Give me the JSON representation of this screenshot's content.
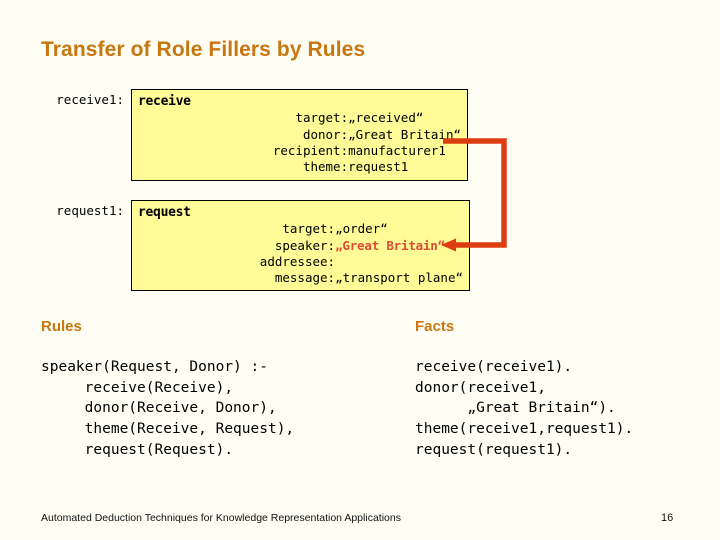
{
  "slide": {
    "title": "Transfer of Role Fillers by Rules",
    "page_number": "16",
    "footer": "Automated Deduction Techniques for Knowledge Representation Applications",
    "colors": {
      "background": "#fffef5",
      "title_orange": "#c8760f",
      "frame_fill": "#fffb96",
      "frame_border": "#000000",
      "arrow_red": "#dd3c11",
      "highlight_red": "#dd4b35"
    }
  },
  "frames": [
    {
      "instance_label": "receive1:",
      "type_name": "receive",
      "slots": [
        {
          "name": "target:",
          "value": "„received“",
          "highlighted": false
        },
        {
          "name": "donor:",
          "value": "„Great Britain“",
          "highlighted": false
        },
        {
          "name": "recipient:",
          "value": "manufacturer1",
          "highlighted": false
        },
        {
          "name": "theme:",
          "value": "request1",
          "highlighted": false
        }
      ]
    },
    {
      "instance_label": "request1:",
      "type_name": "request",
      "slots": [
        {
          "name": "target:",
          "value": "„order“",
          "highlighted": false
        },
        {
          "name": "speaker:",
          "value": "„Great Britain“",
          "highlighted": true
        },
        {
          "name": "addressee:",
          "value": "",
          "highlighted": false
        },
        {
          "name": "message:",
          "value": "„transport plane“",
          "highlighted": false
        }
      ]
    }
  ],
  "arrow": {
    "description": "transfer-arrow-from-donor-to-speaker",
    "color": "#dd3c11"
  },
  "sections": {
    "rules": {
      "heading": "Rules",
      "code": "speaker(Request, Donor) :-\n     receive(Receive),\n     donor(Receive, Donor),\n     theme(Receive, Request),\n     request(Request)."
    },
    "facts": {
      "heading": "Facts",
      "code": "receive(receive1).\ndonor(receive1,\n      „Great Britain“).\ntheme(receive1,request1).\nrequest(request1)."
    }
  }
}
